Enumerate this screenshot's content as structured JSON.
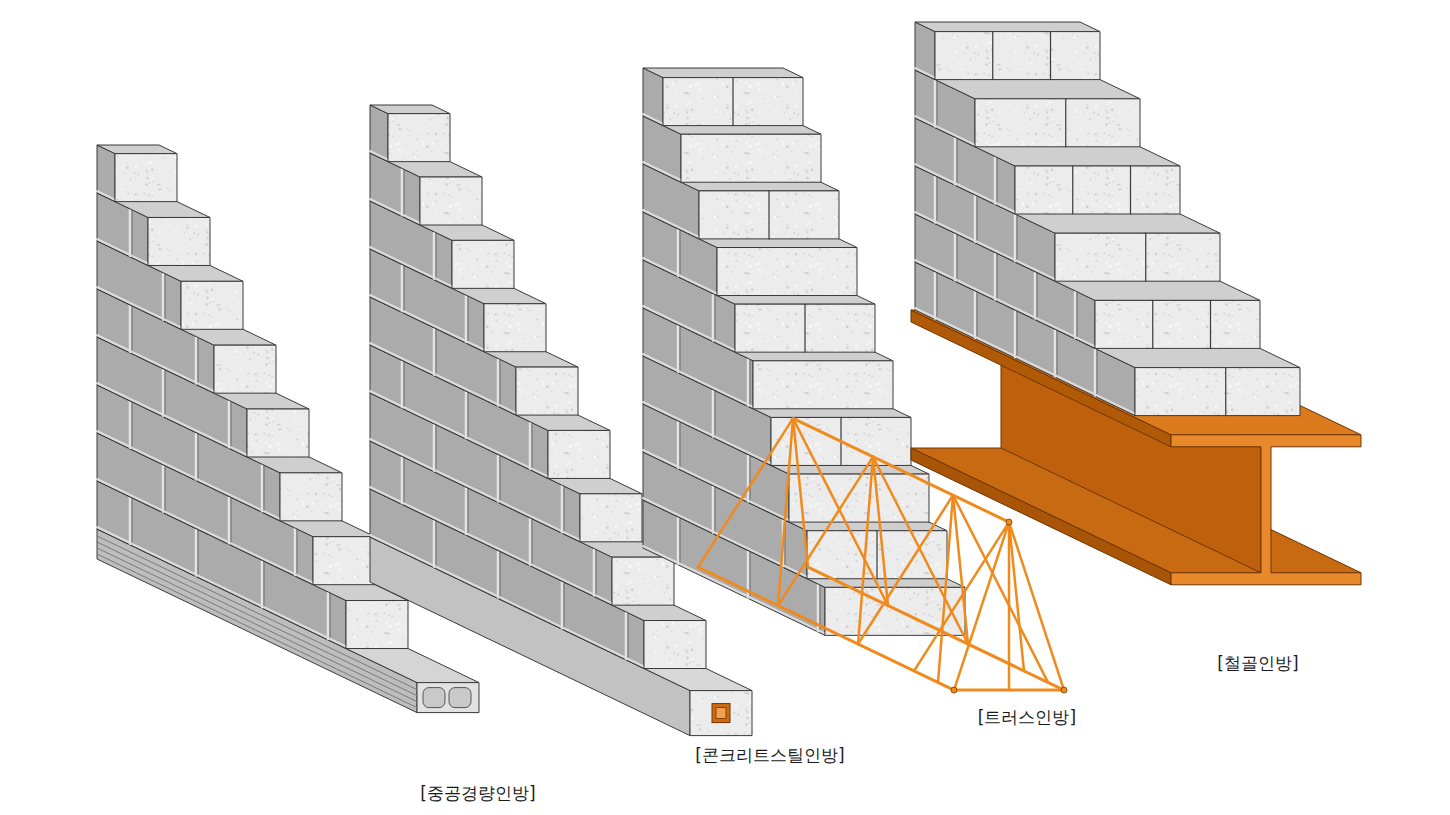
{
  "diagram": {
    "labels": [
      "[중공경량인방]",
      "[콘크리트스틸인방]",
      "[트러스인방]",
      "[철골인방]"
    ]
  }
}
